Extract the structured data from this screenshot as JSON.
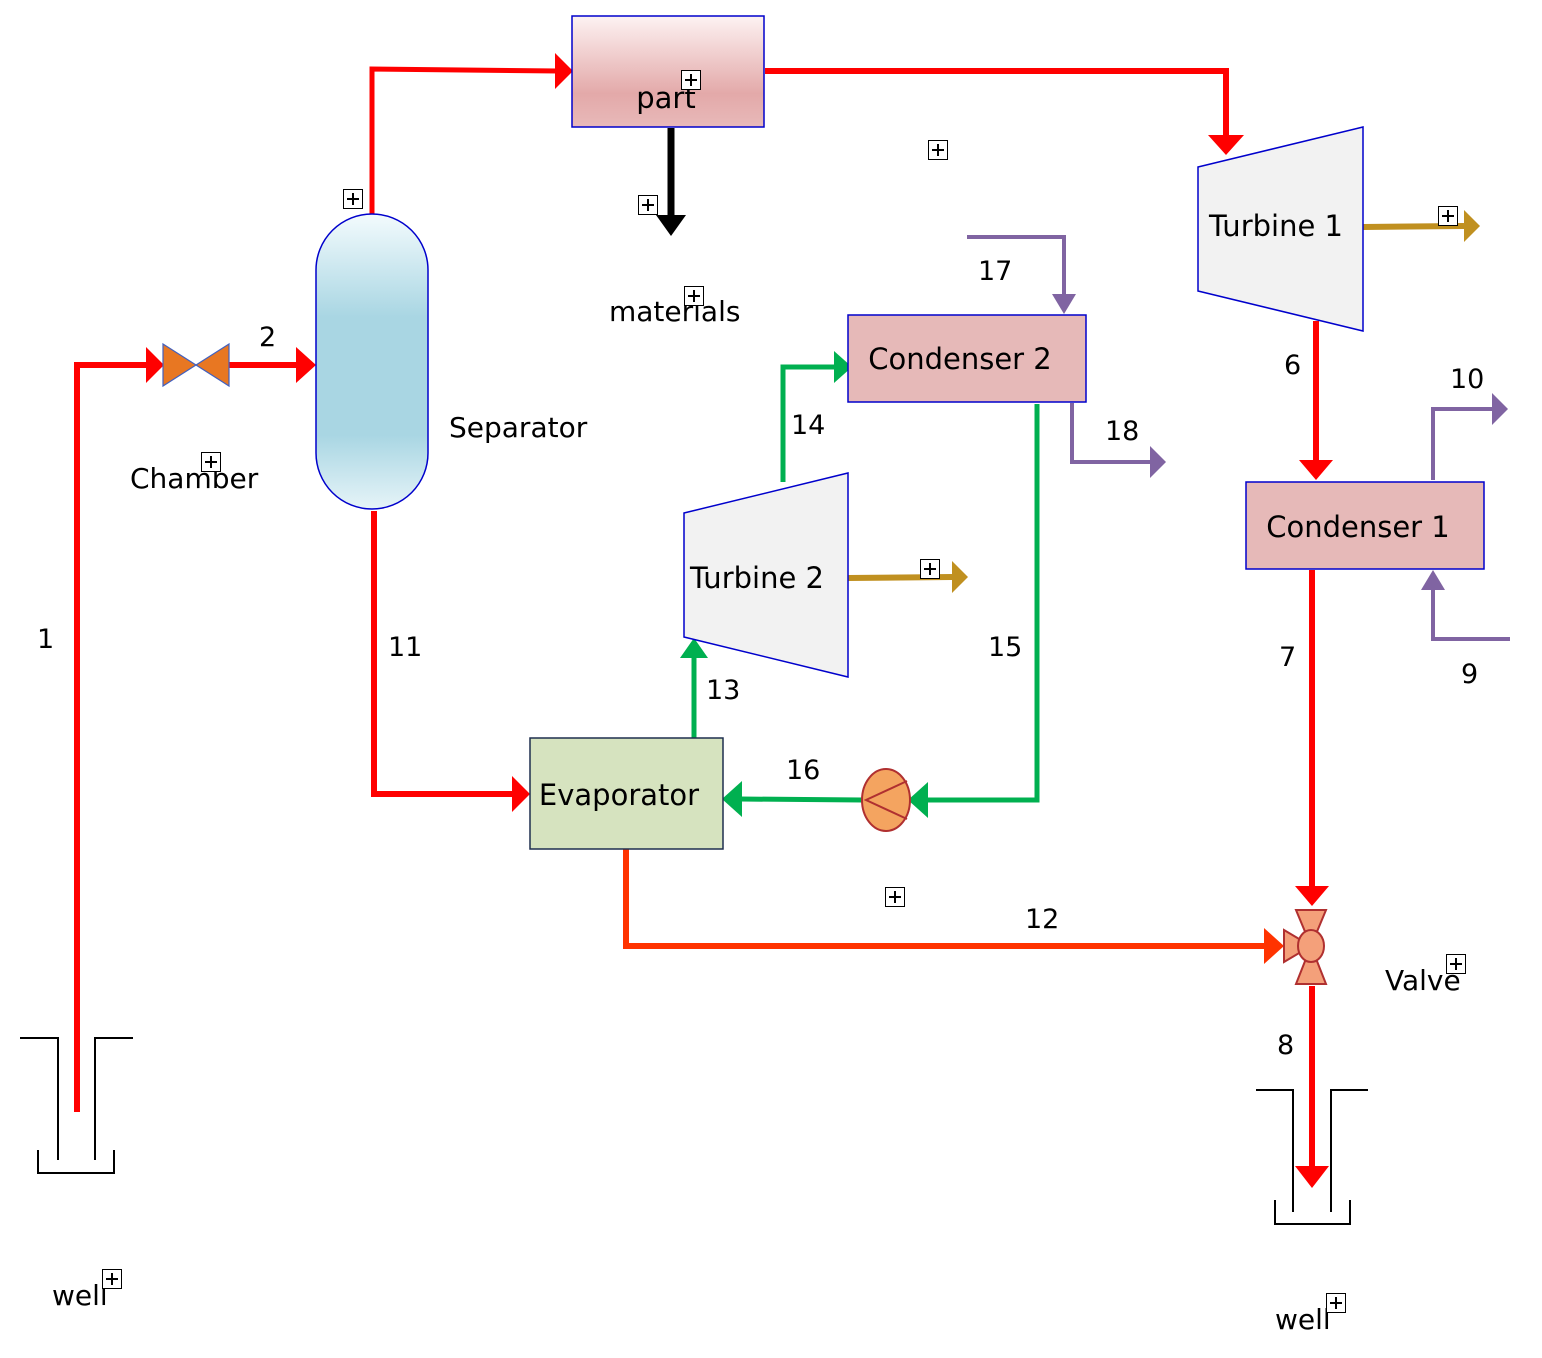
{
  "components": {
    "part": "part",
    "materials": "materials",
    "separator": "Separator",
    "chamber": "Chamber",
    "turbine1": "Turbine 1",
    "turbine2": "Turbine 2",
    "condenser1": "Condenser 1",
    "condenser2": "Condenser 2",
    "evaporator": "Evaporator",
    "valve": "Valve",
    "well_left": "well",
    "well_right": "well"
  },
  "streams": [
    "1",
    "2",
    "6",
    "7",
    "8",
    "9",
    "10",
    "11",
    "12",
    "13",
    "14",
    "15",
    "16",
    "17",
    "18"
  ],
  "colors": {
    "geothermal": "#ff0000",
    "brine_out": "#ff3300",
    "orc": "#00b050",
    "cooling": "#8064a2",
    "power": "#c09020",
    "materials": "#000000",
    "evaporator_fill": "#d6e3bf",
    "condenser_fill": "#e6b9b8",
    "turbine_fill": "#f2f2f2",
    "separator_fill": "#a9d6e3",
    "chamber_fill": "#e87722",
    "pump_fill": "#f4a460",
    "valve_fill": "#f4a07a"
  },
  "icons": [
    "expand-icon"
  ]
}
